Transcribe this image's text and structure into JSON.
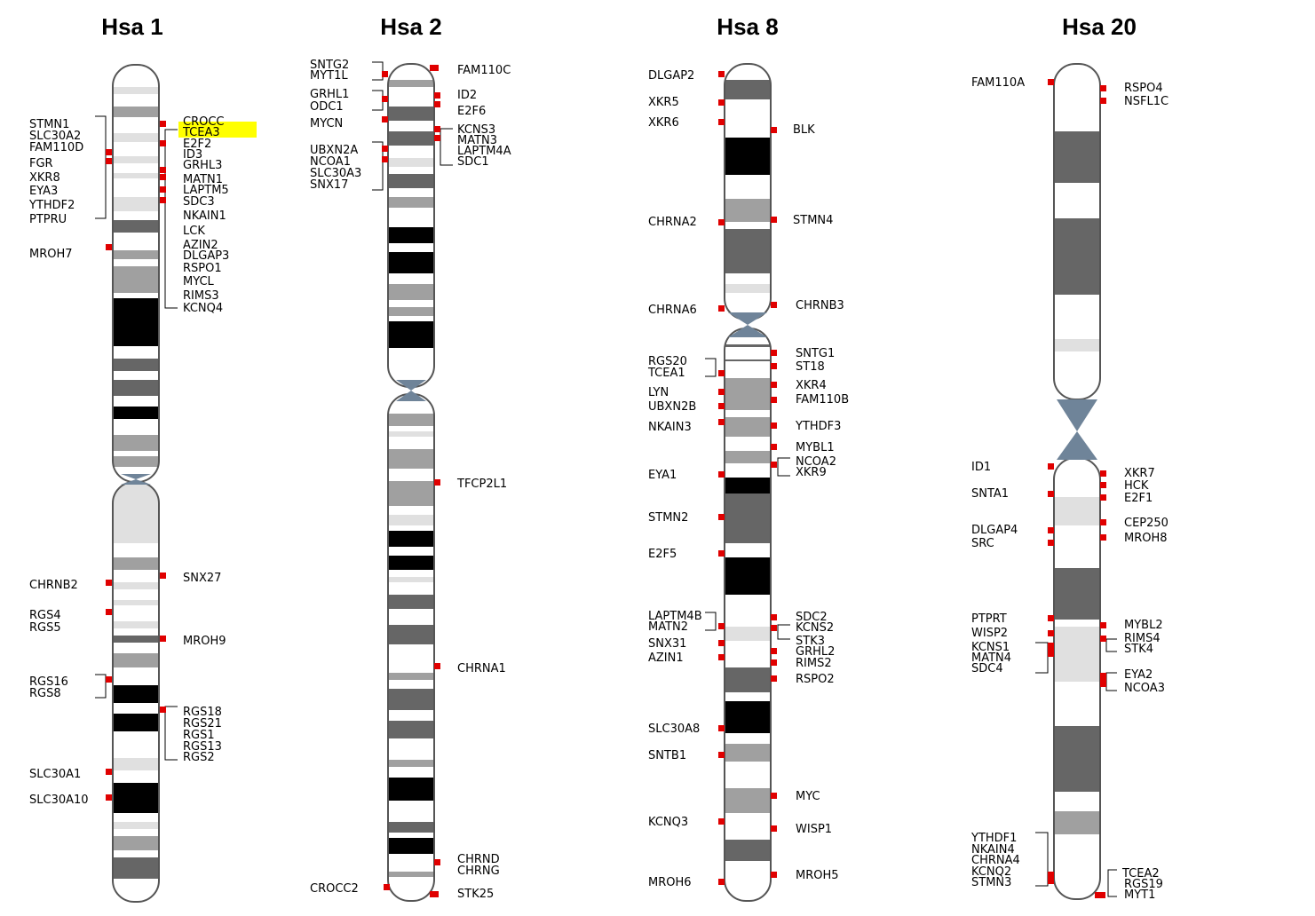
{
  "chromosomes": [
    {
      "title": "Hsa 1",
      "band_colors": {
        "white": "#ffffff",
        "light": "#e0e0e0",
        "mid": "#a0a0a0",
        "dark": "#666666",
        "black": "#000000"
      },
      "centromere_color": "#6f8499",
      "highlight_color": "#ffff00",
      "marker_color": "#e00000",
      "genes_left": [
        "STMN1",
        "SLC30A2",
        "FAM110D",
        "FGR",
        "XKR8",
        "EYA3",
        "YTHDF2",
        "PTPRU",
        "MROH7",
        "CHRNB2",
        "RGS4",
        "RGS5",
        "RGS16",
        "RGS8",
        "SLC30A1",
        "SLC30A10"
      ],
      "genes_right": [
        "CROCC",
        "TCEA3",
        "E2F2",
        "ID3",
        "GRHL3",
        "MATN1",
        "LAPTM5",
        "SDC3",
        "NKAIN1",
        "LCK",
        "AZIN2",
        "DLGAP3",
        "RSPO1",
        "MYCL",
        "RIMS3",
        "KCNQ4",
        "SNX27",
        "MROH9",
        "RGS18",
        "RGS21",
        "RGS1",
        "RGS13",
        "RGS2"
      ],
      "highlighted_gene": "TCEA3"
    },
    {
      "title": "Hsa 2",
      "genes_left": [
        "SNTG2",
        "MYT1L",
        "GRHL1",
        "ODC1",
        "MYCN",
        "UBXN2A",
        "NCOA1",
        "SLC30A3",
        "SNX17",
        "CROCC2"
      ],
      "genes_right": [
        "FAM110C",
        "ID2",
        "E2F6",
        "KCNS3",
        "MATN3",
        "LAPTM4A",
        "SDC1",
        "TFCP2L1",
        "CHRNA1",
        "CHRND",
        "CHRNG",
        "STK25"
      ]
    },
    {
      "title": "Hsa 8",
      "genes_left": [
        "DLGAP2",
        "XKR5",
        "XKR6",
        "CHRNA2",
        "CHRNA6",
        "RGS20",
        "TCEA1",
        "LYN",
        "UBXN2B",
        "NKAIN3",
        "EYA1",
        "STMN2",
        "E2F5",
        "LAPTM4B",
        "MATN2",
        "SNX31",
        "AZIN1",
        "SLC30A8",
        "SNTB1",
        "KCNQ3",
        "MROH6"
      ],
      "genes_right": [
        "BLK",
        "STMN4",
        "CHRNB3",
        "SNTG1",
        "ST18",
        "XKR4",
        "FAM110B",
        "YTHDF3",
        "MYBL1",
        "NCOA2",
        "XKR9",
        "SDC2",
        "KCNS2",
        "STK3",
        "GRHL2",
        "RIMS2",
        "RSPO2",
        "MYC",
        "WISP1",
        "MROH5"
      ]
    },
    {
      "title": "Hsa 20",
      "genes_left": [
        "FAM110A",
        "ID1",
        "SNTA1",
        "DLGAP4",
        "SRC",
        "PTPRT",
        "WISP2",
        "KCNS1",
        "MATN4",
        "SDC4",
        "YTHDF1",
        "NKAIN4",
        "CHRNA4",
        "KCNQ2",
        "STMN3"
      ],
      "genes_right": [
        "RSPO4",
        "NSFL1C",
        "XKR7",
        "HCK",
        "E2F1",
        "CEP250",
        "MROH8",
        "MYBL2",
        "RIMS4",
        "STK4",
        "EYA2",
        "NCOA3",
        "TCEA2",
        "RGS19",
        "MYT1"
      ]
    }
  ]
}
